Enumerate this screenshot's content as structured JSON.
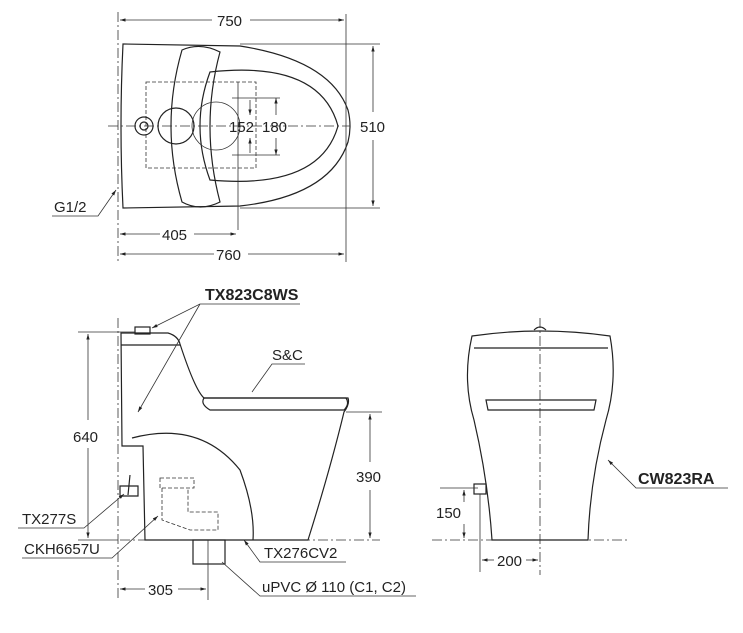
{
  "top_view": {
    "width_750": "750",
    "depth_510": "510",
    "bolt_152": "152",
    "bolt_180": "180",
    "dim_405": "405",
    "dim_760": "760",
    "inlet_g12": "G1/2"
  },
  "side_view": {
    "flush_button": "TX823C8WS",
    "seat_cover": "S&C",
    "height_640": "640",
    "seat_height_390": "390",
    "stop_valve": "TX277S",
    "outlet_kit": "CKH6657U",
    "fix_part": "TX276CV2",
    "pipe": "uPVC Ø 110 (C1, C2)",
    "rough_in_305": "305"
  },
  "front_view": {
    "model": "CW823RA",
    "inlet_height_150": "150",
    "inlet_offset_200": "200"
  }
}
